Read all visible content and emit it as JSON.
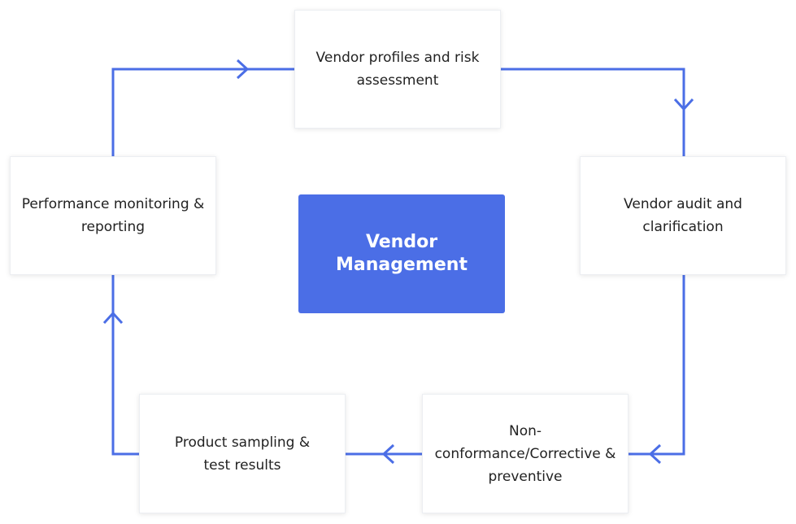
{
  "diagram": {
    "accent_color": "#4b6ee6",
    "line_color": "#4b6ee6",
    "center": {
      "label": "Vendor Management"
    },
    "nodes": [
      {
        "id": "vendor-profiles",
        "label": "Vendor profiles and risk assessment"
      },
      {
        "id": "vendor-audit",
        "label": "Vendor audit and clarification"
      },
      {
        "id": "non-conformance",
        "label": "Non-conformance/Corrective & preventive"
      },
      {
        "id": "product-sampling",
        "label": "Product sampling & test results"
      },
      {
        "id": "performance-monitoring",
        "label": "Performance monitoring & reporting"
      }
    ],
    "flow": [
      "vendor-profiles",
      "vendor-audit",
      "non-conformance",
      "product-sampling",
      "performance-monitoring",
      "vendor-profiles"
    ],
    "arrow_icon": "chevron-arrowhead"
  }
}
